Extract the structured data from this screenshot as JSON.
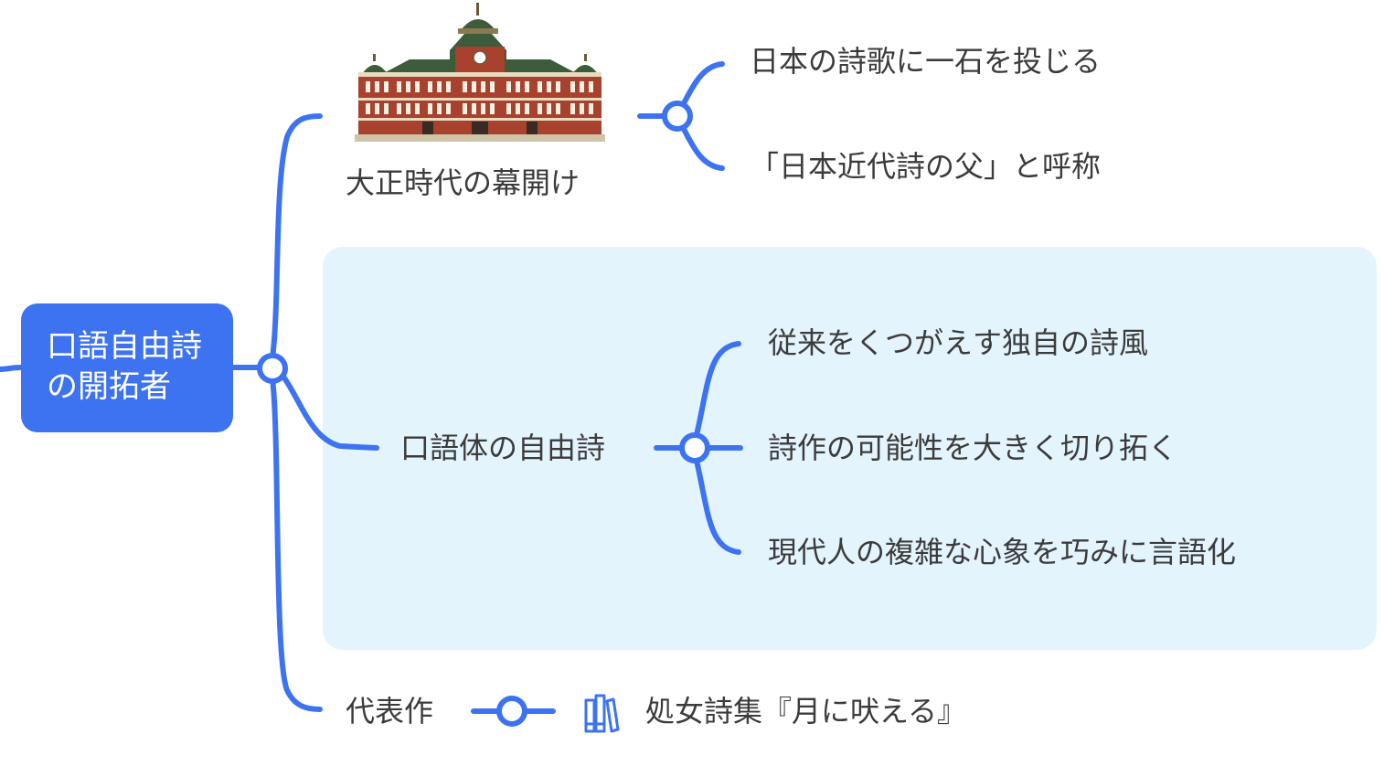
{
  "colors": {
    "accent": "#3d73f1",
    "highlight": "#e3f4fd",
    "text": "#3b3b3b",
    "root_text": "#ffffff"
  },
  "root": {
    "line1": "口語自由詩",
    "line2": "の開拓者"
  },
  "branches": [
    {
      "label": "大正時代の幕開け",
      "image": "tokyo-station-building-illustration",
      "children": [
        {
          "label": "日本の詩歌に一石を投じる"
        },
        {
          "label": "「日本近代詩の父」と呼称"
        }
      ]
    },
    {
      "label": "口語体の自由詩",
      "highlighted": true,
      "children": [
        {
          "label": "従来をくつがえす独自の詩風"
        },
        {
          "label": "詩作の可能性を大きく切り拓く"
        },
        {
          "label": "現代人の複雑な心象を巧みに言語化"
        }
      ]
    },
    {
      "label": "代表作",
      "children": [
        {
          "label": "処女詩集『月に吠える』",
          "icon": "books-icon"
        }
      ]
    }
  ]
}
